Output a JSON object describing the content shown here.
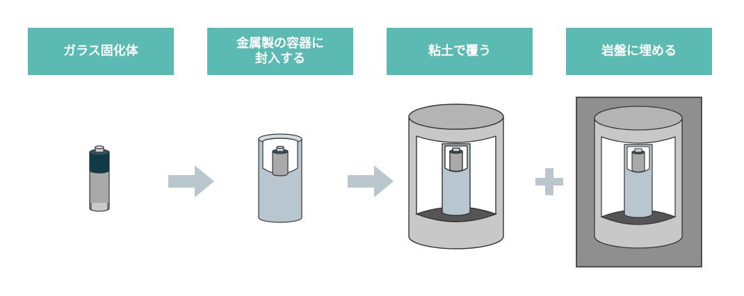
{
  "steps": [
    {
      "label": "ガラス固化体"
    },
    {
      "label": "金属製の容器に\n封入する"
    },
    {
      "label": "粘土で覆う"
    },
    {
      "label": "岩盤に埋める"
    }
  ],
  "connectors": [
    "arrow",
    "arrow",
    "plus"
  ],
  "colors": {
    "label_bg": "#5bbab2",
    "label_text": "#ffffff",
    "connector": "#b9c6cc",
    "metal_container": "#b8c7cf",
    "clay": "#c8c8c8",
    "rock": "#8f8f8f",
    "glass_dark": "#0f3a48"
  }
}
